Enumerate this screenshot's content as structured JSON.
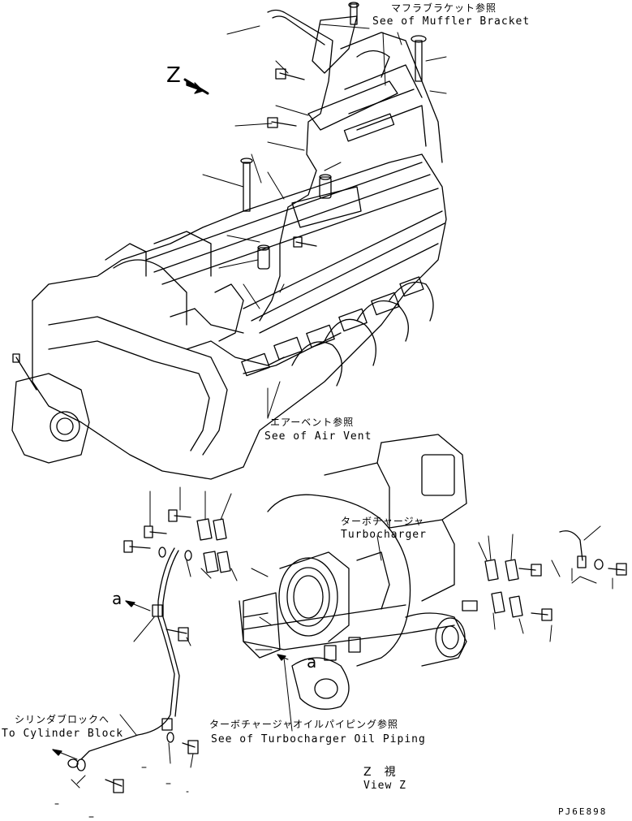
{
  "callouts": {
    "muffler_bracket": {
      "jp": "マフラブラケット参照",
      "en": "See of Muffler Bracket"
    },
    "air_vent": {
      "jp": "エアーベント参照",
      "en": "See of Air Vent"
    },
    "turbocharger": {
      "jp": "ターボチャージャ",
      "en": "Turbocharger"
    },
    "turbo_oil_piping": {
      "jp": "ターボチャージャオイルパイピング参照",
      "en": "See of Turbocharger Oil Piping"
    },
    "cylinder_block": {
      "jp": "シリンダブロックへ",
      "en": "To Cylinder Block"
    }
  },
  "view_markers": {
    "z_arrow": "Z",
    "a_arrow_left": "a",
    "a_arrow_right": "a"
  },
  "view_title": {
    "jp": "Z　視",
    "en": "View Z"
  },
  "drawing_code": "PJ6E898"
}
